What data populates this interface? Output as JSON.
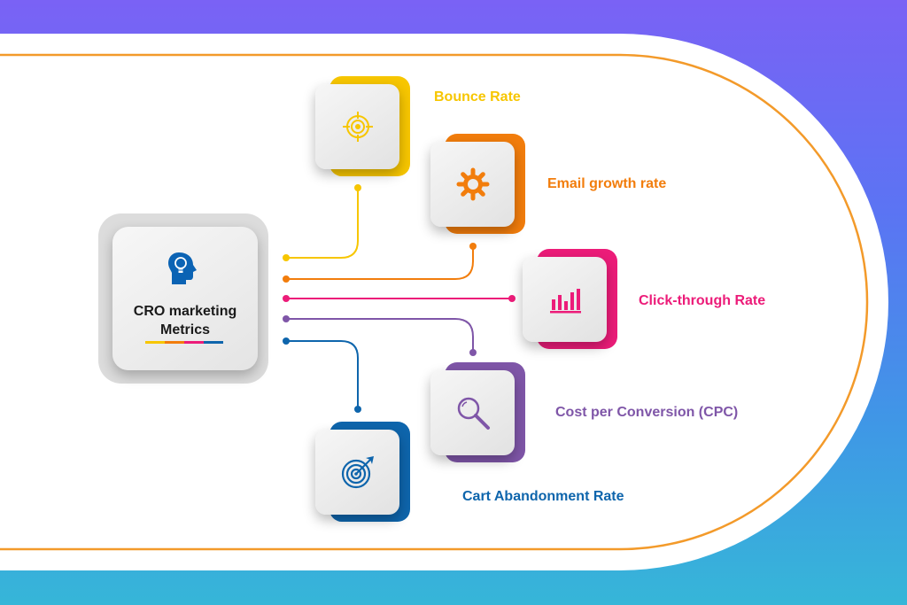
{
  "center": {
    "title_line1": "CRO marketing",
    "title_line2": "Metrics",
    "icon": "head-lightbulb-icon",
    "color": "#0b63b4"
  },
  "metrics": [
    {
      "id": "bounce-rate",
      "label": "Bounce Rate",
      "color": "#f7c600",
      "icon": "target-crosshair-icon"
    },
    {
      "id": "email-growth-rate",
      "label": "Email growth rate",
      "color": "#f27d0c",
      "icon": "gear-icon"
    },
    {
      "id": "click-through-rate",
      "label": "Click-through Rate",
      "color": "#ec1c79",
      "icon": "bar-chart-icon"
    },
    {
      "id": "cost-per-conversion",
      "label": "Cost per Conversion (CPC)",
      "color": "#7f56a8",
      "icon": "magnifier-icon"
    },
    {
      "id": "cart-abandonment-rate",
      "label": "Cart Abandonment Rate",
      "color": "#0e65ac",
      "icon": "dartboard-icon"
    }
  ],
  "decor": {
    "outline_color": "#f39a2a",
    "shadow_color": "#dcdcdc"
  }
}
